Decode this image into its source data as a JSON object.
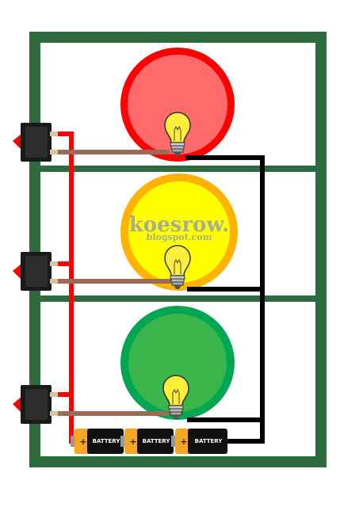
{
  "watermark": {
    "main": "koesrow.",
    "sub": "blogspot.com"
  },
  "batteries": [
    {
      "label": "BATTERY",
      "plus": "+"
    },
    {
      "label": "BATTERY",
      "plus": "+"
    },
    {
      "label": "BATTERY",
      "plus": "+"
    }
  ],
  "lamps": [
    {
      "name": "red",
      "ring": "#ff0000",
      "fill": "#ff6b6b"
    },
    {
      "name": "yellow",
      "ring": "#ffb300",
      "fill": "#ffff00"
    },
    {
      "name": "green",
      "ring": "#00a651",
      "fill": "#39b54a"
    }
  ],
  "colors": {
    "frame": "#2e6b3e",
    "positive_wire": "#ff0000",
    "negative_wire": "#000000",
    "switch_wire": "#9b6b57",
    "switch_body": "#1a1a1a",
    "switch_toggle": "#ff0000"
  }
}
